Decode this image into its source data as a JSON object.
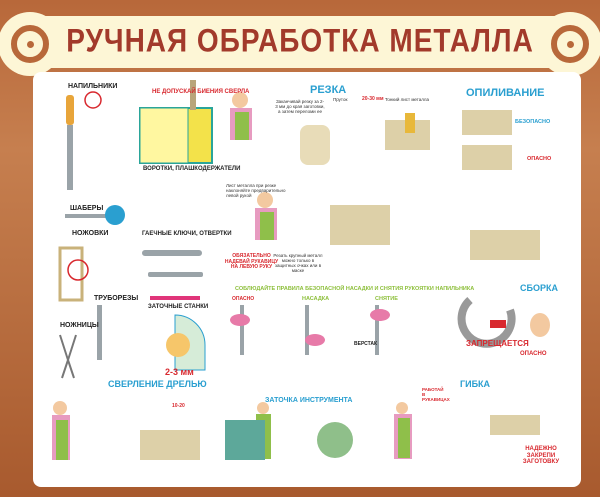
{
  "title": "РУЧНАЯ ОБРАБОТКА МЕТАЛЛА",
  "sections": {
    "files": "НАПИЛЬНИКИ",
    "scrapers": "ШАБЕРЫ",
    "hacksaws": "НОЖОВКИ",
    "pipe_cutters": "ТРУБОРЕЗЫ",
    "shears": "НОЖНИЦЫ",
    "drill_warning": "НЕ ДОПУСКАЙ БИЕНИЯ СВЕРЛА",
    "wrenches_holders": "ВОРОТКИ, ПЛАШКОДЕРЖАТЕЛИ",
    "keys_screwdrivers": "ГАЕЧНЫЕ КЛЮЧИ, ОТВЕРТКИ",
    "grinders": "ЗАТОЧНЫЕ СТАНКИ",
    "gap": "2-3 мм",
    "cutting": "РЕЗКА",
    "filing": "ОПИЛИВАНИЕ",
    "safe": "БЕЗОПАСНО",
    "danger": "ОПАСНО",
    "rules": "СОБЛЮДАЙТЕ ПРАВИЛА БЕЗОПАСНОЙ НАСАДКИ И СНЯТИЯ РУКОЯТКИ НАПИЛЬНИКА",
    "fit": "НАСАДКА",
    "removal": "СНЯТИЕ",
    "workbench": "ВЕРСТАК",
    "assembly": "СБОРКА",
    "forbidden": "ЗАПРЕЩАЕТСЯ",
    "drilling": "СВЕРЛЕНИЕ ДРЕЛЬЮ",
    "sharpening": "ЗАТОЧКА ИНСТРУМЕНТА",
    "bending": "ГИБКА",
    "secure": "НАДЕЖНО ЗАКРЕПИ ЗАГОТОВКУ",
    "glove": "ОБЯЗАТЕЛЬНО НАДЕВАЙ РУКАВИЦУ НА ЛЕВУЮ РУКУ",
    "sheet_note": "Лист металла при резке наклоняйте предварительно левой рукой",
    "cut_note": "Заканчивай резку за 2-3 мм до края заготовки, а затем переломи ее",
    "rod": "Пруток",
    "thin_sheet": "Тонкий лист металла",
    "mm": "20-30 мм",
    "thick_metal": "Резать крупный металл можно только в защитных очках или в маске",
    "gloves_work": "РАБОТАЙ В РУКАВИЦАХ",
    "dist": "10-20"
  }
}
